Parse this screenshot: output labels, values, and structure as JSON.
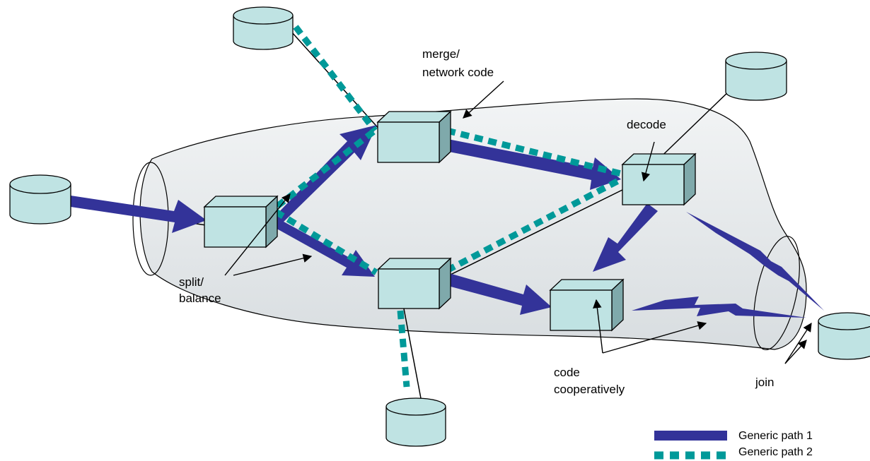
{
  "labels": {
    "merge": "merge/",
    "network_code": "network code",
    "decode": "decode",
    "split": "split/",
    "balance": "balance",
    "code": "code",
    "cooperatively": "cooperatively",
    "join": "join"
  },
  "legend": {
    "path1": "Generic path 1",
    "path2": "Generic path 2"
  },
  "colors": {
    "path1": "#333399",
    "path2": "#009999",
    "node_fill": "#bfe3e3",
    "cloud_fill": "#e6eaec"
  }
}
